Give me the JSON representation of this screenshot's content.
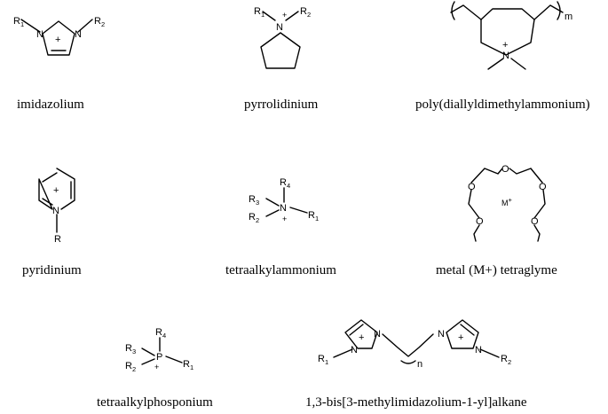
{
  "captions": {
    "imidazolium": "imidazolium",
    "pyrrolidinium": "pyrrolidinium",
    "polydadma": "poly(diallyldimethylammonium)",
    "pyridinium": "pyridinium",
    "tetraalkylammonium": "tetraalkylammonium",
    "tetraglyme": "metal (M+) tetraglyme",
    "tetraalkylphosphonium": "tetraalkylphosponium",
    "bisimidazolium": "1,3-bis[3-methylimidazolium-1-yl]alkane"
  },
  "atoms": {
    "N": "N",
    "P": "P",
    "O": "O",
    "R": "R",
    "M": "M",
    "plus": "+",
    "n": "n",
    "m": "m",
    "sub1": "1",
    "sub2": "2",
    "sub3": "3",
    "sub4": "4"
  }
}
